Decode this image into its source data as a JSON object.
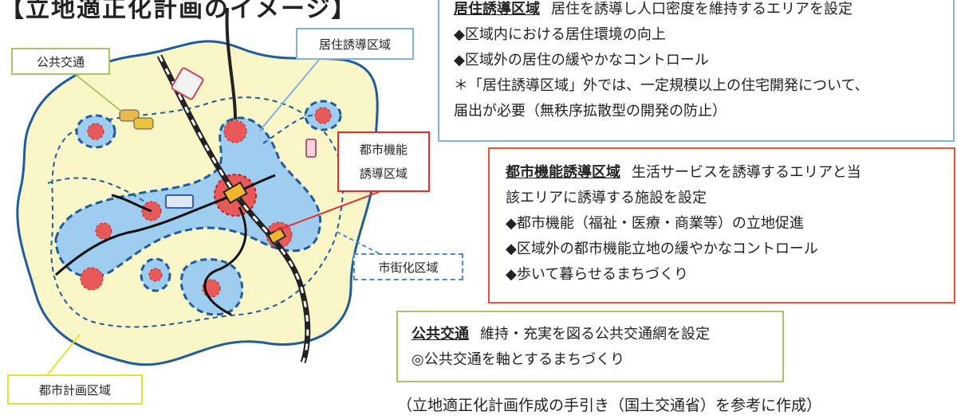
{
  "title": "【立地適正化計画のイメージ】",
  "labels": {
    "transit": "公共交通",
    "residential": "居住誘導区域",
    "urban_function_line1": "都市機能",
    "urban_function_line2": "誘導区域",
    "urbanization": "市街化区域",
    "city_planning": "都市計画区域"
  },
  "residential_box": {
    "heading": "居住誘導区域",
    "desc": "居住を誘導し人口密度を維持するエリアを設定",
    "items": [
      "◆区域内における居住環境の向上",
      "◆区域外の居住の緩やかなコントロール",
      "＊「居住誘導区域」外では、一定規模以上の住宅開発について、",
      "届出が必要（無秩序拡散型の開発の防止）"
    ]
  },
  "urban_box": {
    "heading": "都市機能誘導区域",
    "desc1": "生活サービスを誘導するエリアと当",
    "desc2": "該エリアに誘導する施設を設定",
    "items": [
      "◆都市機能（福祉・医療・商業等）の立地促進",
      "◆区域外の都市機能立地の緩やかなコントロール",
      "◆歩いて暮らせるまちづくり"
    ]
  },
  "transit_box": {
    "heading": "公共交通",
    "desc": "維持・充実を図る公共交通網を設定",
    "item": "◎公共交通を軸とするまちづくり"
  },
  "credit": "（立地適正化計画作成の手引き（国土交通省）を参考に作成）",
  "colors": {
    "planning_area": "#fbf6c8",
    "residential_area": "#9fcdf0",
    "urban_core": "#e85a5a",
    "dashed_line": "#1f5c9c"
  }
}
